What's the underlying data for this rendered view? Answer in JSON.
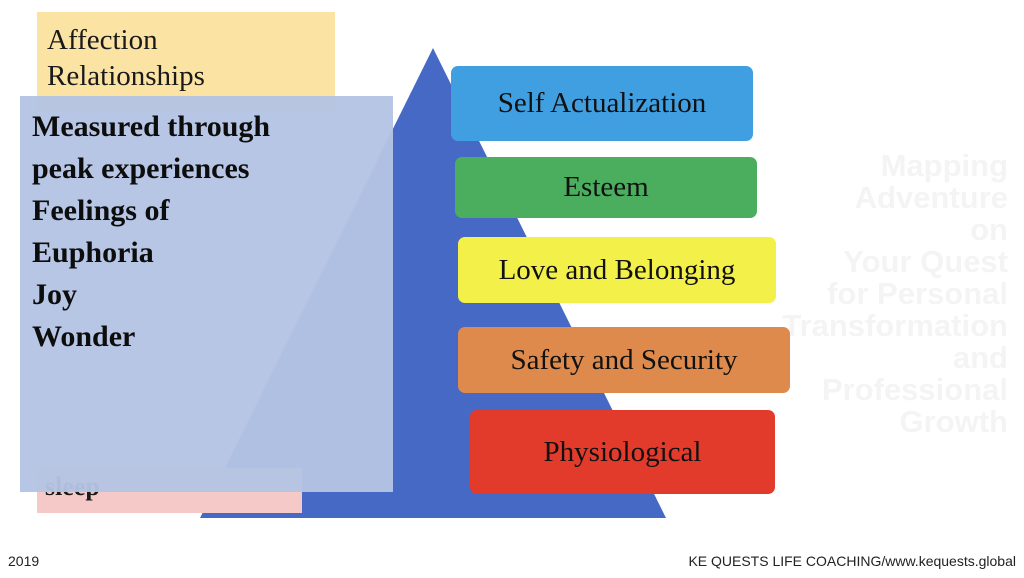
{
  "watermark": {
    "lines": [
      "Mapping",
      "Adventure",
      "on",
      "Your Quest",
      "for Personal",
      "Transformation",
      "and",
      "Professional",
      "Growth"
    ]
  },
  "pyramid": {
    "color": "#4569c4"
  },
  "notes": {
    "top_lines": [
      "Affection",
      "Relationships"
    ],
    "bottom_text": "sleep",
    "overlay_lines": [
      "Measured through",
      "peak experiences",
      "Feelings of",
      "Euphoria",
      "Joy",
      "Wonder"
    ]
  },
  "levels": [
    {
      "label": "Self Actualization",
      "color": "#3f9fe0"
    },
    {
      "label": "Esteem",
      "color": "#4aae5e"
    },
    {
      "label": "Love and Belonging",
      "color": "#f3f04a"
    },
    {
      "label": "Safety and Security",
      "color": "#dd8a4c"
    },
    {
      "label": "Physiological",
      "color": "#e23b2c"
    }
  ],
  "footer": {
    "year": "2019",
    "credit": "KE QUESTS LIFE COACHING/www.kequests.global"
  }
}
